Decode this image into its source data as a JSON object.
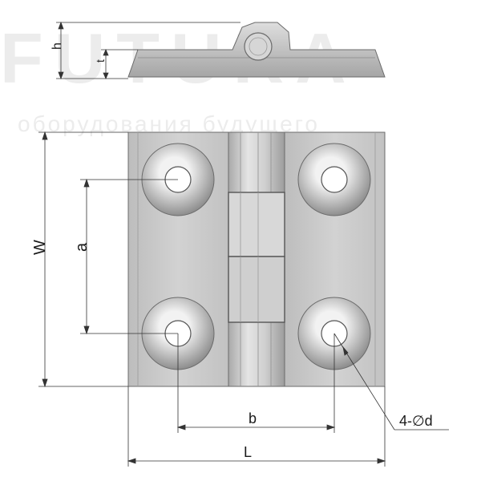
{
  "watermark": {
    "brand": "FUTURA",
    "tagline": "оборудования будущего"
  },
  "labels": {
    "h": "h",
    "t": "t",
    "W": "W",
    "a": "a",
    "b": "b",
    "L": "L",
    "hole_callout": "4-∅d"
  },
  "colors": {
    "plate": "#c9c9c9",
    "plate_light": "#dcdcdc",
    "outline": "#6b6b6b",
    "dim_line": "#333333"
  }
}
